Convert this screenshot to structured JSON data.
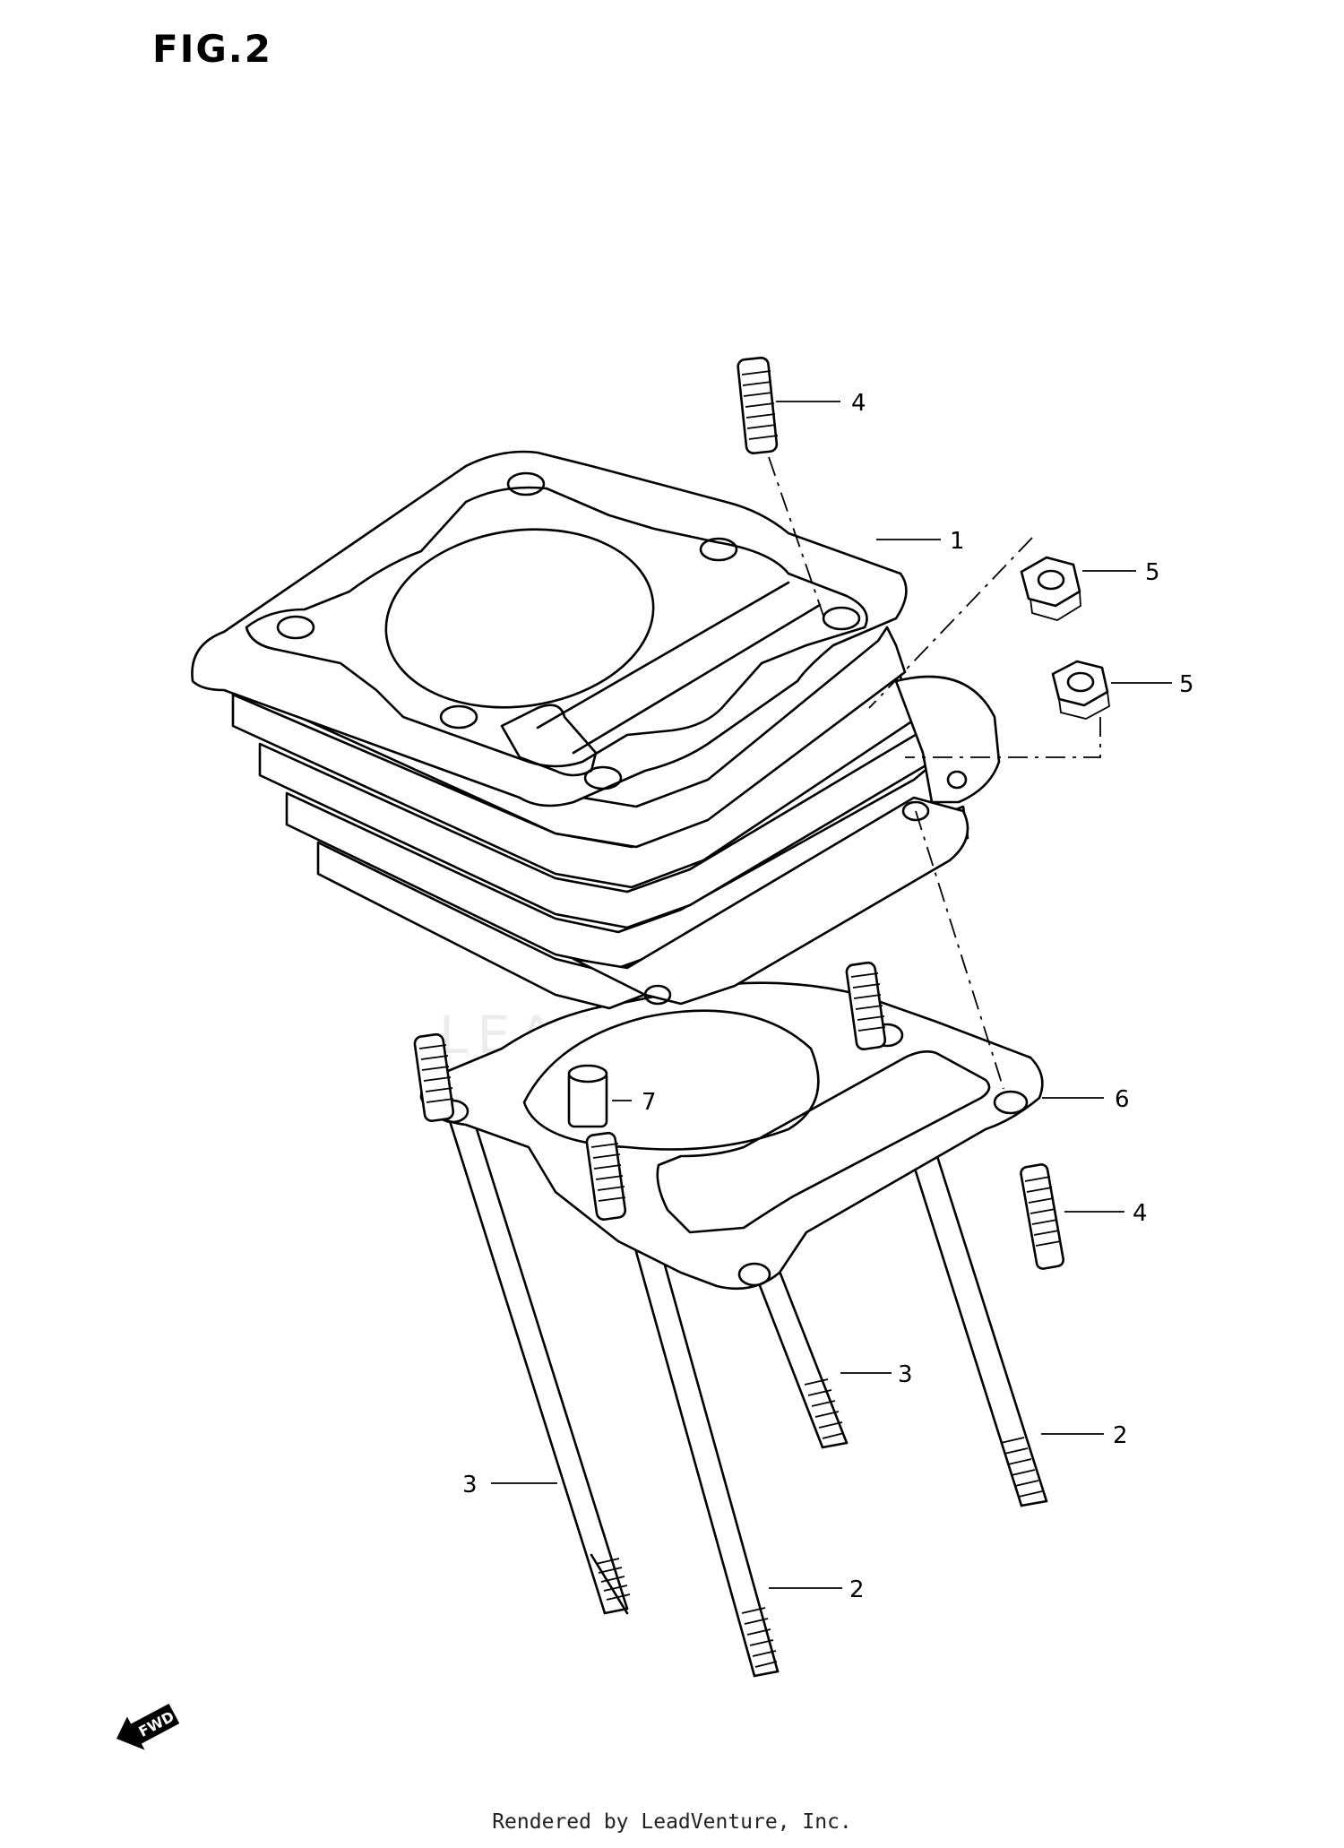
{
  "figure": {
    "title": "FIG.2"
  },
  "watermark": {
    "text": "LEADVENTURE"
  },
  "fwd_label": "FWD",
  "callouts": [
    {
      "id": "1",
      "label": "1",
      "part": "cylinder"
    },
    {
      "id": "2a",
      "label": "2",
      "part": "stud-long"
    },
    {
      "id": "2b",
      "label": "2",
      "part": "stud-long"
    },
    {
      "id": "3a",
      "label": "3",
      "part": "stud"
    },
    {
      "id": "3b",
      "label": "3",
      "part": "stud"
    },
    {
      "id": "4a",
      "label": "4",
      "part": "stud-short"
    },
    {
      "id": "4b",
      "label": "4",
      "part": "stud-short"
    },
    {
      "id": "5a",
      "label": "5",
      "part": "nut"
    },
    {
      "id": "5b",
      "label": "5",
      "part": "nut"
    },
    {
      "id": "6",
      "label": "6",
      "part": "gasket"
    },
    {
      "id": "7",
      "label": "7",
      "part": "dowel-pin"
    }
  ],
  "footer": {
    "text": "Rendered by LeadVenture, Inc."
  }
}
